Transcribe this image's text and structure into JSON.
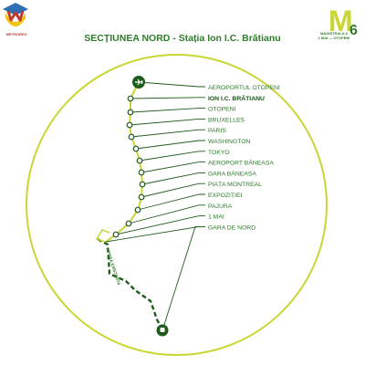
{
  "header": {
    "title": "SECȚIUNEA NORD - Stația Ion I.C. Brătianu",
    "left_logo_text": "METROREX",
    "right_logo_letter": "M",
    "right_logo_number": "6",
    "right_logo_caption_line1": "MAGISTRALA 6",
    "right_logo_caption_line2": "1 MAI — OTOPENI"
  },
  "map": {
    "segment_label": "PIPERA EXISTENTA",
    "stations": [
      {
        "name": "AEROPORTUL OTOPENI",
        "highlight": false,
        "icon": "airplane-icon"
      },
      {
        "name": "ION I.C. BRĂTIANU",
        "highlight": true,
        "icon": ""
      },
      {
        "name": "OTOPENI",
        "highlight": false,
        "icon": ""
      },
      {
        "name": "BRUXELLES",
        "highlight": false,
        "icon": ""
      },
      {
        "name": "PARIS",
        "highlight": false,
        "icon": ""
      },
      {
        "name": "WASHINGTON",
        "highlight": false,
        "icon": ""
      },
      {
        "name": "TOKYO",
        "highlight": false,
        "icon": ""
      },
      {
        "name": "AEROPORT BĂNEASA",
        "highlight": false,
        "icon": ""
      },
      {
        "name": "GARA BĂNEASA",
        "highlight": false,
        "icon": ""
      },
      {
        "name": "PIAȚA MONTREAL",
        "highlight": false,
        "icon": ""
      },
      {
        "name": "EXPOZIȚIEI",
        "highlight": false,
        "icon": ""
      },
      {
        "name": "PAJURA",
        "highlight": false,
        "icon": ""
      },
      {
        "name": "1 MAI",
        "highlight": false,
        "icon": ""
      },
      {
        "name": "GARA DE NORD",
        "highlight": false,
        "icon": "train-icon"
      }
    ],
    "colors": {
      "line_green": "#1f5c1c",
      "accent_lime": "#c9d633",
      "label_green": "#2f7d2c"
    }
  }
}
